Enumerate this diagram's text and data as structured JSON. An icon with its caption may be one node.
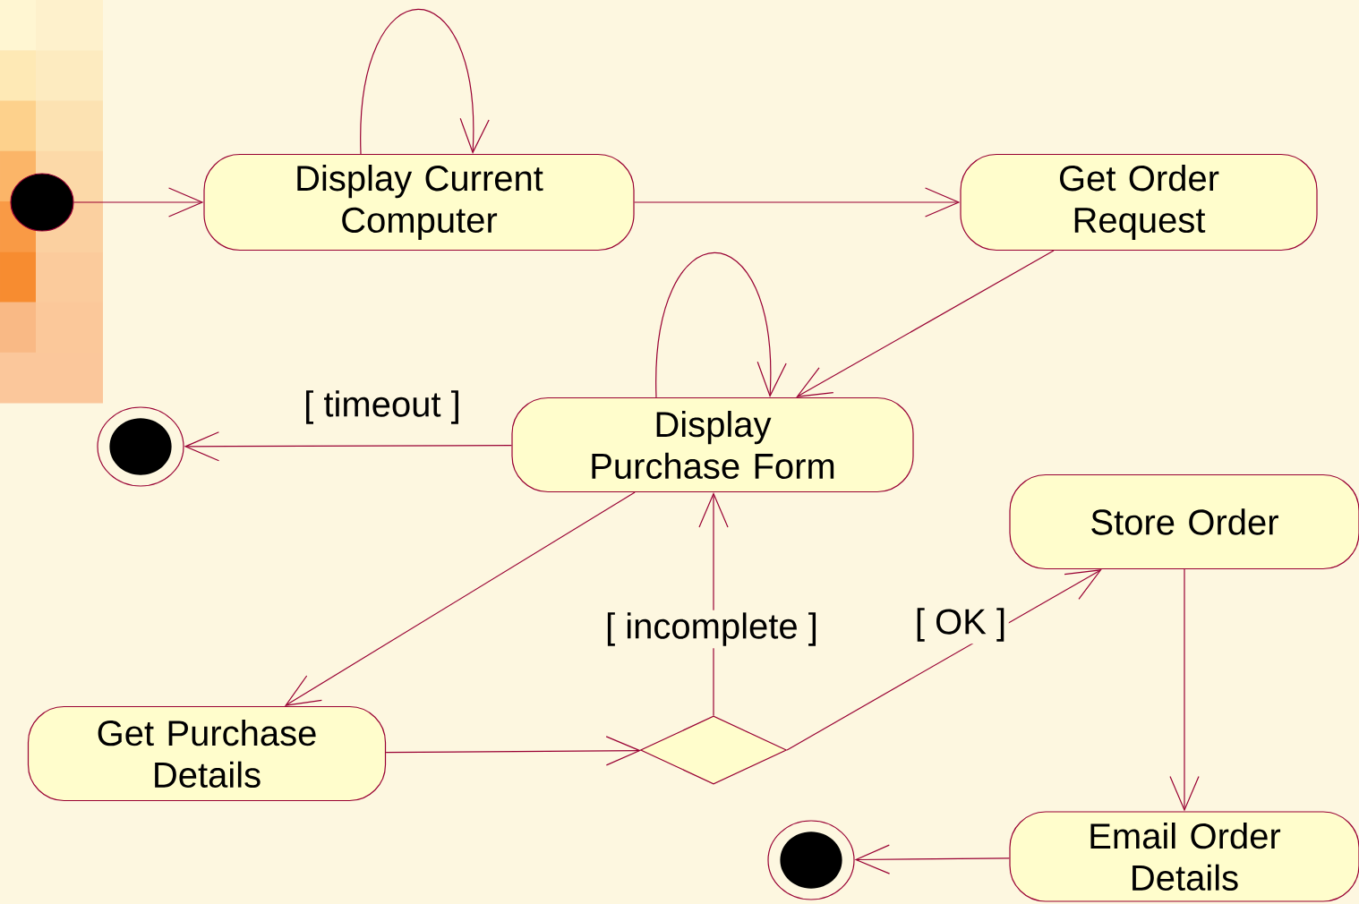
{
  "diagram": {
    "nodes": [
      {
        "text": [],
        "shape": "circle"
      },
      {
        "text": [
          "Display Current Computer"
        ]
      },
      {
        "text": [
          "Get Order Request"
        ]
      },
      {
        "text": [
          "Display Purchase Form"
        ]
      },
      {
        "text": [],
        "shape": "bullseye"
      },
      {
        "text": [
          "Get Purchase Details"
        ]
      },
      {
        "text": [],
        "shape": "diamond"
      },
      {
        "text": [
          "Store Order"
        ]
      },
      {
        "text": [
          "Email Order Details"
        ]
      },
      {
        "text": [],
        "shape": "bullseye"
      }
    ],
    "edges": [
      {
        "from": 0,
        "to": 1,
        "arrow": "to"
      },
      {
        "from": 1,
        "to": 1,
        "arrow": "to"
      },
      {
        "from": 1,
        "to": 2,
        "arrow": "to"
      },
      {
        "from": 2,
        "to": 3,
        "arrow": "to"
      },
      {
        "from": 3,
        "to": 3,
        "arrow": "to"
      },
      {
        "from": 3,
        "to": 4,
        "arrow": "to",
        "label": "[ timeout ]"
      },
      {
        "from": 3,
        "to": 5,
        "arrow": "to"
      },
      {
        "from": 5,
        "to": 6,
        "arrow": "to"
      },
      {
        "from": 6,
        "to": 3,
        "arrow": "to",
        "label": "[ incomplete ]"
      },
      {
        "from": 6,
        "to": 7,
        "arrow": "to",
        "label": "[ OK ]"
      },
      {
        "from": 7,
        "to": 8,
        "arrow": "to"
      },
      {
        "from": 8,
        "to": 9,
        "arrow": "to"
      }
    ]
  }
}
